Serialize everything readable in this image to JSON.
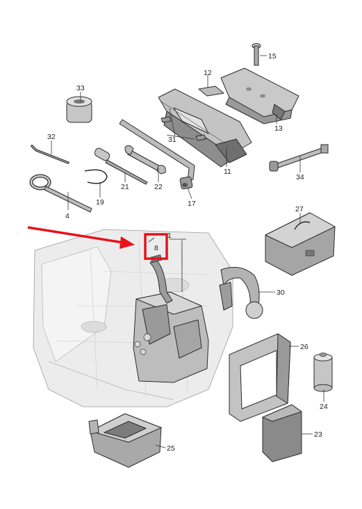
{
  "callouts": {
    "c1": "1",
    "c4": "4",
    "c8": "8",
    "c11": "11",
    "c12": "12",
    "c13": "13",
    "c15": "15",
    "c17": "17",
    "c19": "19",
    "c21": "21",
    "c22": "22",
    "c23": "23",
    "c24": "24",
    "c25": "25",
    "c26": "26",
    "c27": "27",
    "c30": "30",
    "c31": "31",
    "c32": "32",
    "c33": "33",
    "c34": "34"
  },
  "colors": {
    "highlight": "#e8121a",
    "part_fill": "#c8c8c8",
    "part_dark": "#8f8f8f",
    "floor_fill": "#eaeaea",
    "line": "#2b2b2b"
  }
}
